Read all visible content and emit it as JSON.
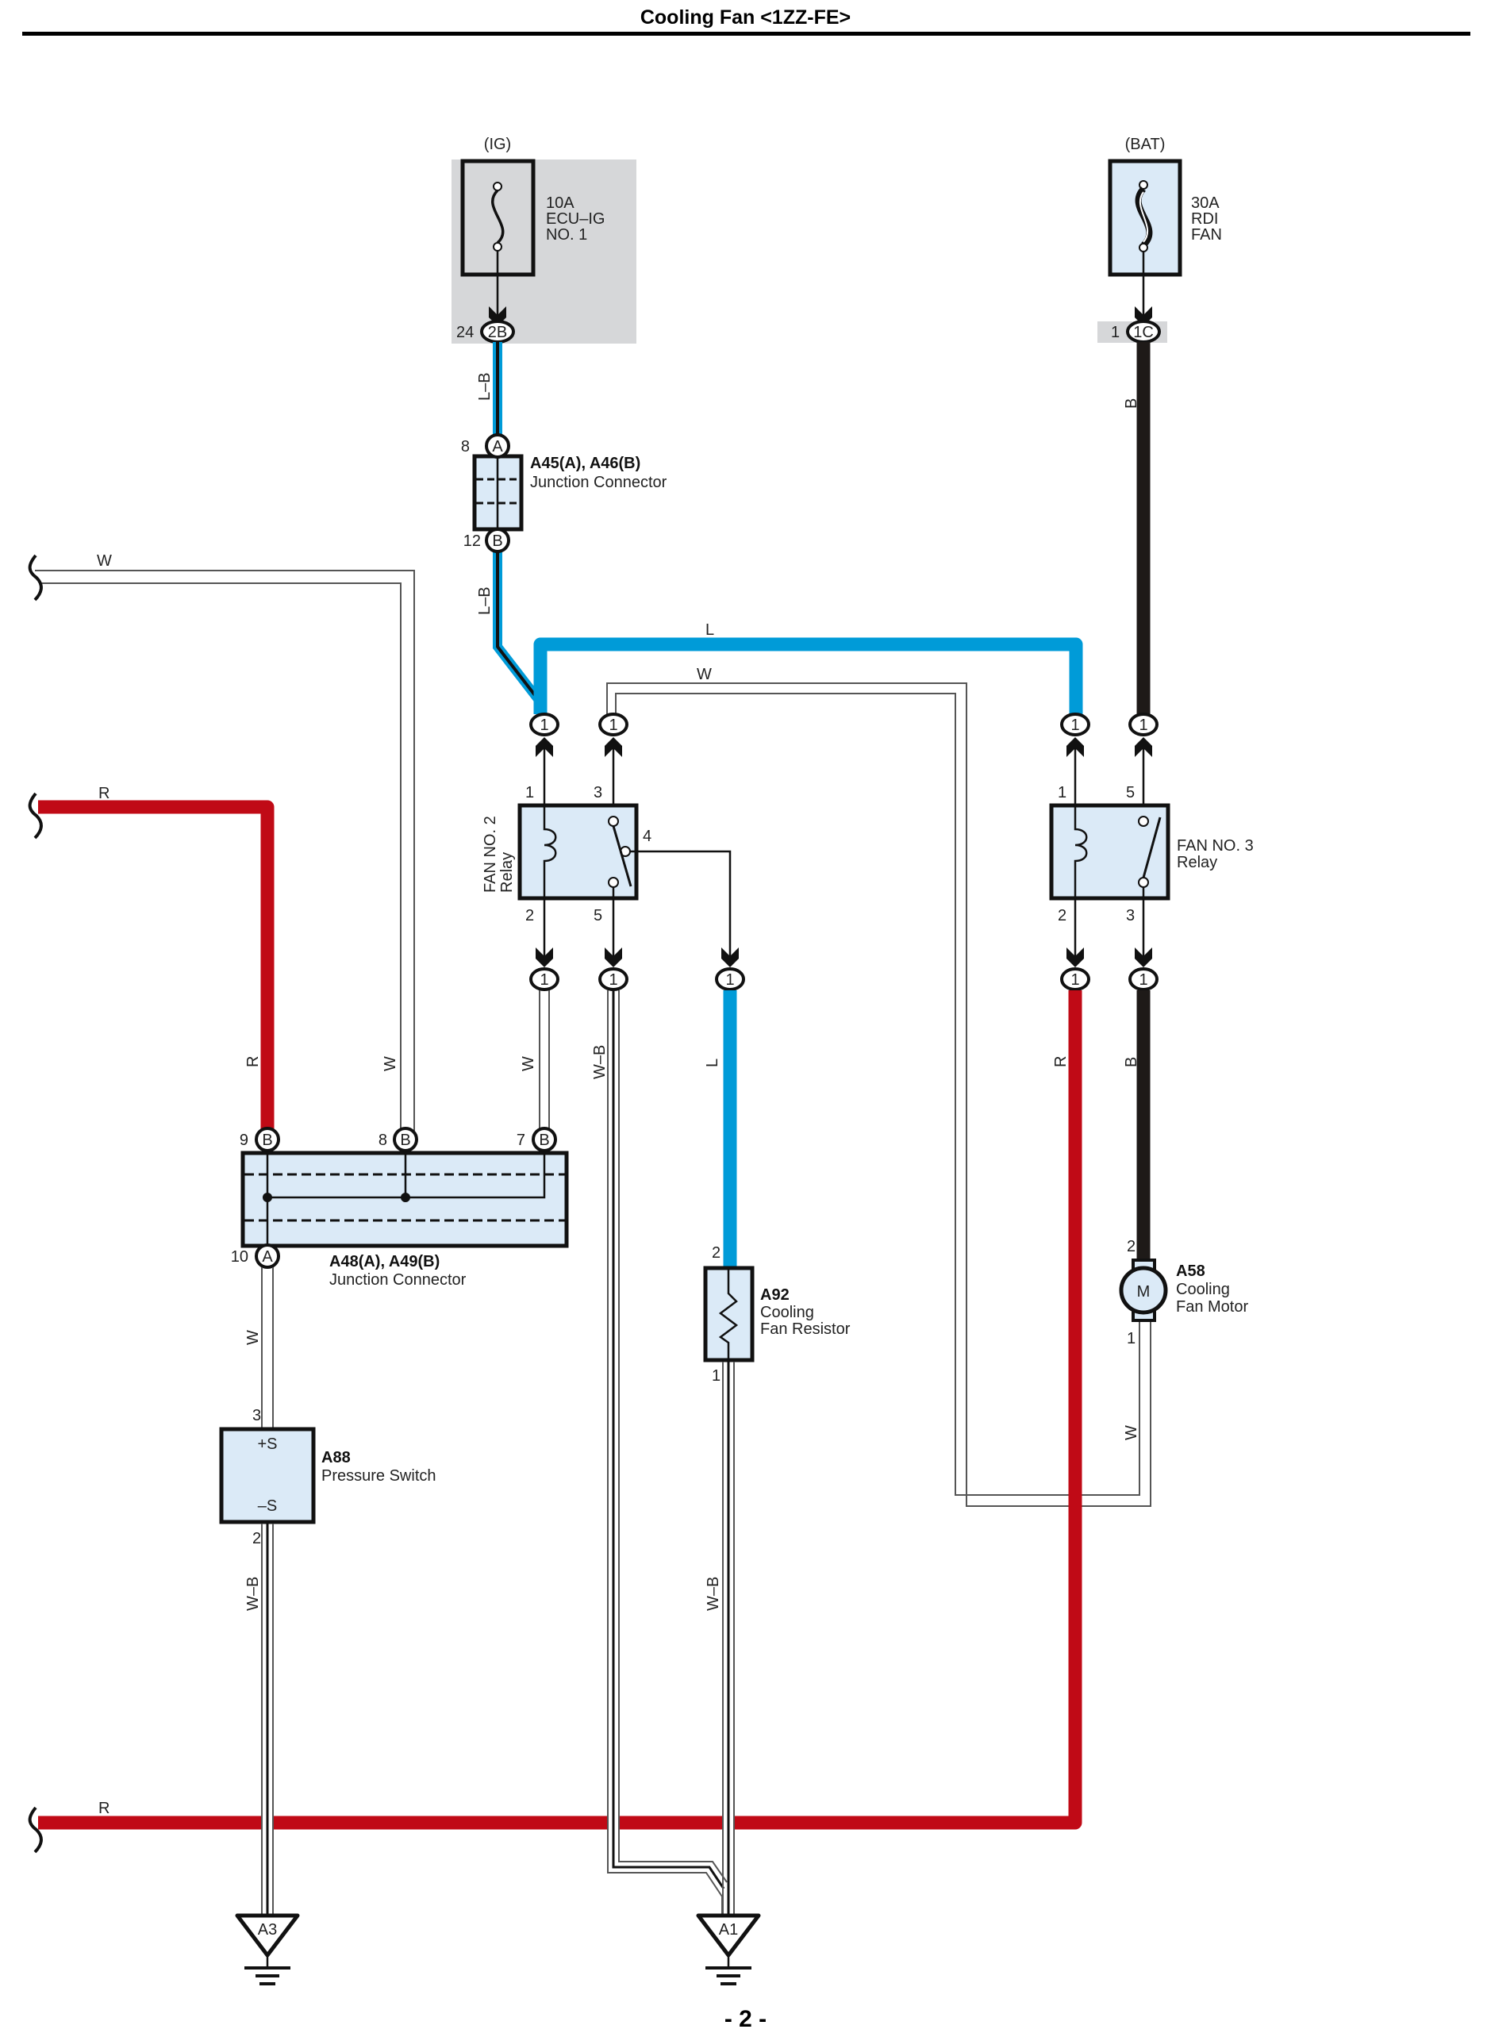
{
  "header": {
    "title": "Cooling Fan <1ZZ-FE>"
  },
  "footer": {
    "page_number": "- 2 -"
  },
  "colors": {
    "L": "#009bd8",
    "R": "#c00a16",
    "B": "#1e1a18",
    "W": "#ffffff",
    "component_fill": "#dbeaf7",
    "fuse_panel_bg": "#d6d7d9"
  },
  "power_sources": [
    {
      "id": "ig",
      "label": "(IG)",
      "fuse": [
        "10A",
        "ECU–IG",
        "NO. 1"
      ],
      "connector": "2B",
      "pin": "24"
    },
    {
      "id": "bat",
      "label": "(BAT)",
      "fuse": [
        "30A",
        "RDI",
        "FAN"
      ],
      "connector": "1C",
      "pin": "1"
    }
  ],
  "components": {
    "jc1": {
      "code": "A45(A), A46(B)",
      "name": "Junction Connector",
      "pin_top": "8",
      "conn_top": "A",
      "pin_bottom": "12",
      "conn_bottom": "B"
    },
    "relay2": {
      "name_line1": "FAN NO. 2",
      "name_line2": "Relay",
      "pins": [
        "1",
        "3",
        "4",
        "2",
        "5"
      ]
    },
    "relay3": {
      "name_line1": "FAN NO. 3",
      "name_line2": "Relay",
      "pins": [
        "1",
        "5",
        "2",
        "3"
      ]
    },
    "jc2": {
      "code": "A48(A), A49(B)",
      "name": "Junction Connector",
      "pins": [
        "9",
        "8",
        "7",
        "10"
      ],
      "conns": [
        "B",
        "B",
        "B",
        "A"
      ]
    },
    "a88": {
      "code": "A88",
      "name": "Pressure Switch",
      "terminal_pos": "+S",
      "terminal_neg": "–S",
      "pin_top": "3",
      "pin_bottom": "2"
    },
    "a92": {
      "code": "A92",
      "name_line1": "Cooling",
      "name_line2": "Fan Resistor",
      "pin_top": "2",
      "pin_bottom": "1"
    },
    "a58": {
      "code": "A58",
      "name_line1": "Cooling",
      "name_line2": "Fan Motor",
      "symbol": "M",
      "pin_top": "2",
      "pin_bottom": "1"
    }
  },
  "connectors_inline": "1",
  "grounds": [
    "A3",
    "A1"
  ],
  "wire_labels": {
    "lb": "L–B",
    "l": "L",
    "w": "W",
    "r": "R",
    "b": "B",
    "wb": "W–B"
  }
}
